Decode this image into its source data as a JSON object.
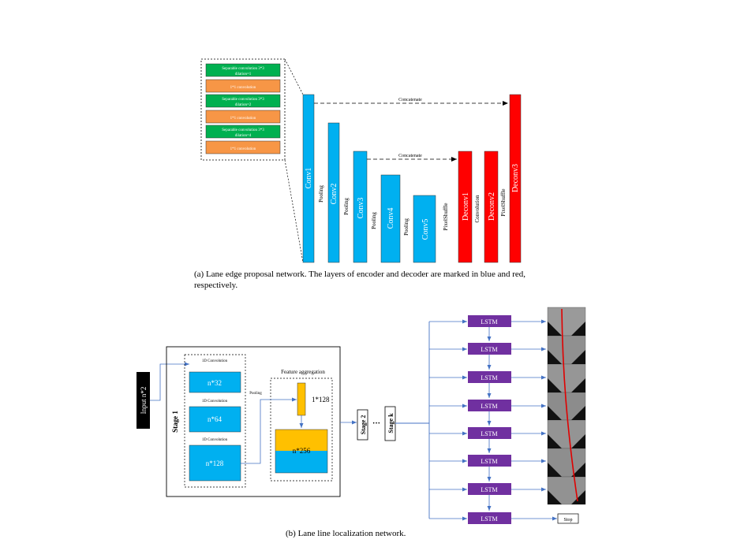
{
  "part_a": {
    "block_layers": [
      "Separable convolution 3*3\ndilation=1",
      "1*1 convolution",
      "Separable convolution 3*3\ndilation=2",
      "1*1 convolution",
      "Separable convolution 3*3\ndilation=4",
      "1*1 convolution"
    ],
    "encoder": [
      "Conv1",
      "Conv2",
      "Conv3",
      "Conv4",
      "Conv5"
    ],
    "decoder": [
      "Deconv1",
      "Deconv2",
      "Deconv3"
    ],
    "between_labels": [
      "Pooling",
      "Pooling",
      "Pooling",
      "Pooling",
      "PixelShuffle",
      "Convolution",
      "PixelShuffle"
    ],
    "skip_labels": [
      "Concatenate",
      "Concatenate"
    ],
    "caption": "(a)  Lane edge proposal network. The layers of encoder and decoder are marked in blue and red, respectively."
  },
  "part_b": {
    "input_label": "Input n*2",
    "stage1_label": "Stage 1",
    "conv_labels": [
      "1D Convolution",
      "1D Convolution",
      "1D Convolution"
    ],
    "feature_boxes": [
      "n*32",
      "n*64",
      "n*128"
    ],
    "pooling_label": "Pooling",
    "aggregation_title": "Feature aggregation",
    "pooled_vector": "1*128",
    "aggregated_box": "n*256",
    "stage2_label": "Stage 2",
    "ellipsis": "···",
    "stagek_label": "Stage k",
    "lstm_labels": [
      "LSTM",
      "LSTM",
      "LSTM",
      "LSTM",
      "LSTM",
      "LSTM",
      "LSTM",
      "LSTM"
    ],
    "stop_label": "Stop",
    "caption": "(b)  Lane line localization network."
  },
  "colors": {
    "encoder_blue": "#00b0f0",
    "decoder_red": "#ff0000",
    "green": "#00b050",
    "orange": "#f79646",
    "yellow": "#ffc000",
    "purple": "#7030a0",
    "arrow_blue": "#4472c4"
  }
}
